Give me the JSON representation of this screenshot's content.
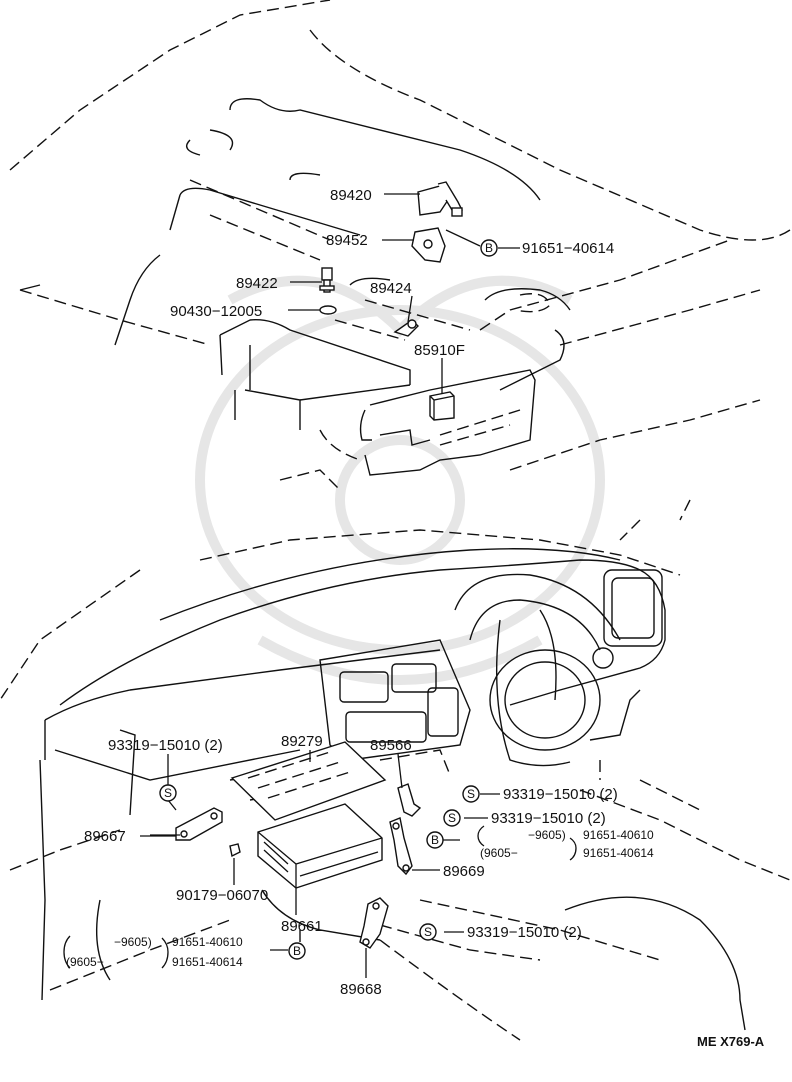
{
  "diagram_code": "ME X769-A",
  "labels": {
    "p89420": "89420",
    "p89452": "89452",
    "p91651_40614_top": "91651−40614",
    "p89422": "89422",
    "p89424": "89424",
    "p90430": "90430−12005",
    "p85910F": "85910F",
    "p89279": "89279",
    "p93319_a": "93319−15010 (2)",
    "p89566": "89566",
    "p93319_b": "93319−15010 (2)",
    "p93319_c": "93319−15010 (2)",
    "p_r_9605a": "−9605)",
    "p_r_91651_40610": "91651-40610",
    "p_r_9605b": "(9605−",
    "p_r_91651_40614": "91651-40614",
    "p89667": "89667",
    "p89669": "89669",
    "p90179": "90179−06070",
    "p89661": "89661",
    "p93319_d": "93319−15010 (2)",
    "p_l_9605a": "−9605)",
    "p_l_91651_40610": "91651-40610",
    "p_l_9605b": "(9605−",
    "p_l_91651_40614": "91651-40614",
    "p89668": "89668"
  },
  "symbols": {
    "bolt_B": "B",
    "screw_S": "S"
  }
}
